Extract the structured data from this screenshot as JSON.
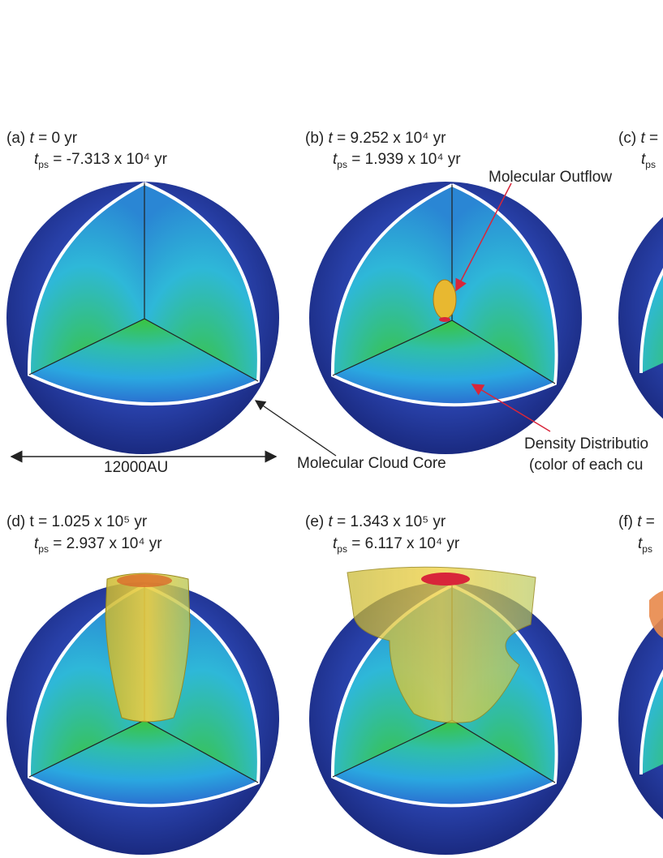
{
  "panels": {
    "a": {
      "prefix": "(a)",
      "t": "t",
      "t_value": " = 0 yr",
      "tps_value": " = -7.313 x 10⁴ yr"
    },
    "b": {
      "prefix": "(b)",
      "t": "t",
      "t_value": " = 9.252 x 10⁴ yr",
      "tps_value": " = 1.939 x 10⁴ yr"
    },
    "c": {
      "prefix": "(c)",
      "t": "t",
      "t_value": " ="
    },
    "d": {
      "prefix": "(d)",
      "t": "t",
      "t_value": " = 1.025 x 10⁵ yr",
      "tps_value": " = 2.937 x 10⁴ yr"
    },
    "e": {
      "prefix": "(e)",
      "t": "t",
      "t_value": " = 1.343 x 10⁵ yr",
      "tps_value": " = 6.117 x 10⁴ yr"
    },
    "f": {
      "prefix": "(f)",
      "t": "t",
      "t_value": " ="
    }
  },
  "tps": {
    "t": "t",
    "sub": "ps"
  },
  "annotations": {
    "outflow": "Molecular Outflow",
    "density_line1": "Density Distributio",
    "density_line2": "(color of each cu",
    "core": "Molecular Cloud Core",
    "scale": "12000AU"
  },
  "colors": {
    "sphere_outer": "#2a3a9c",
    "cut_face": "#2bb6e0",
    "core_green": "#2fbf3a",
    "outflow_yellow": "#e8c43a",
    "arrow_red": "#d8263a"
  }
}
